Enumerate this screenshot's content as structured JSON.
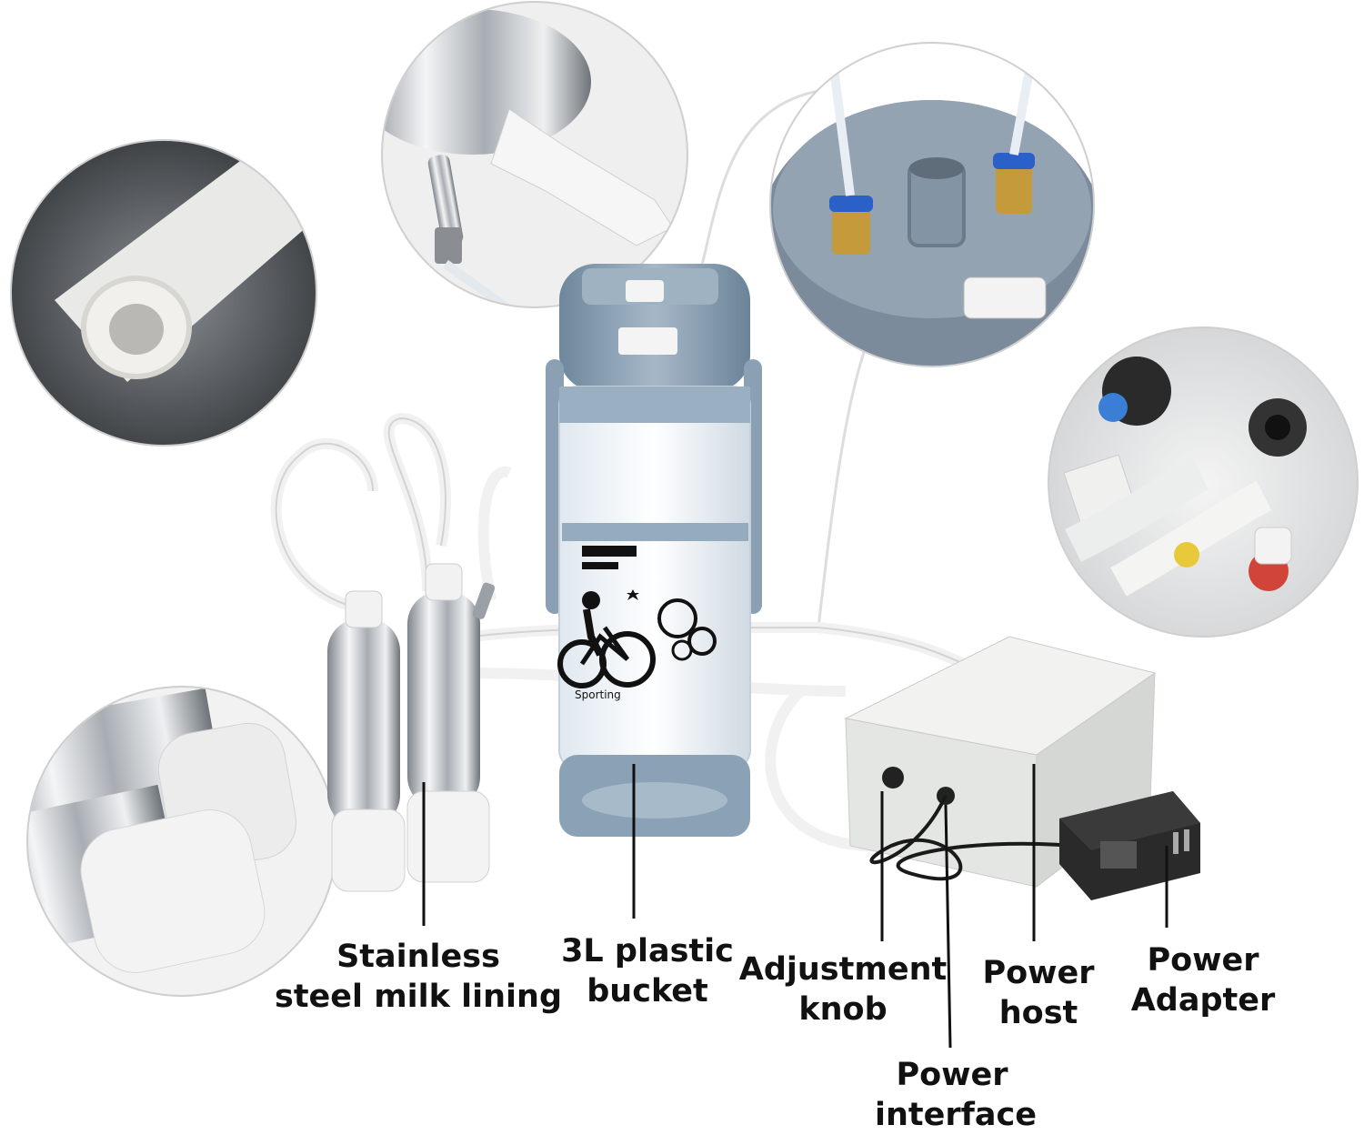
{
  "labels": {
    "lining": [
      "Stainless",
      "steel milk lining"
    ],
    "bucket": [
      "3L plastic",
      "bucket"
    ],
    "knob": [
      "Adjustment",
      "knob"
    ],
    "host": [
      "Power",
      "host"
    ],
    "adapter": [
      "Power",
      "Adapter"
    ],
    "interface": [
      "Power",
      "interface"
    ]
  },
  "bucket_print": "Sporting",
  "colors": {
    "bucket_blue": "#8aa1b6",
    "steel": "#c9ccd0",
    "tube": "#f2f2f2",
    "box": "#e6e8e5",
    "label_text": "#111111",
    "callout_line": "#111111"
  },
  "icons": [
    "silicone-tube-closeup",
    "steel-cup-connector-closeup",
    "lid-valve-closeup",
    "knob-and-ports-closeup",
    "cup-liner-closeup"
  ]
}
